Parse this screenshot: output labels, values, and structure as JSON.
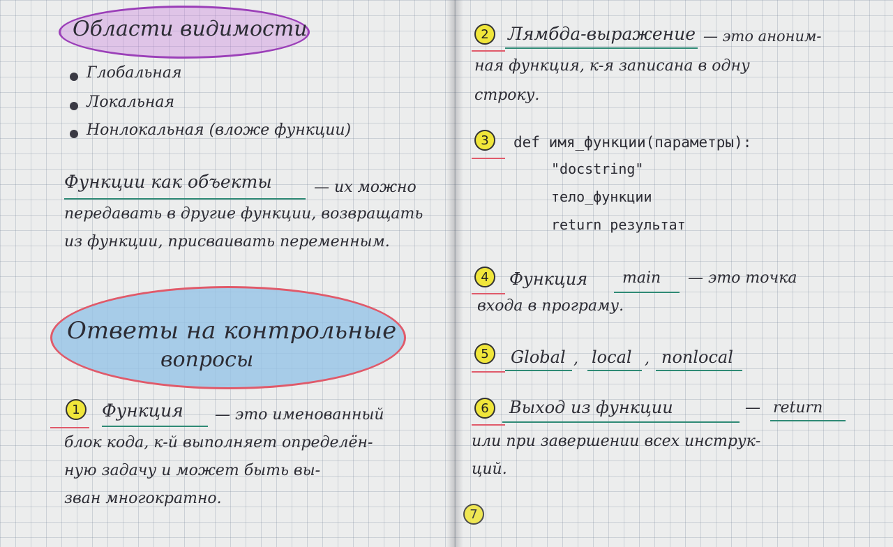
{
  "left": {
    "heading": "Области видимости",
    "scopes": [
      "Глобальная",
      "Локальная",
      "Нонлокальная (вложе функции)"
    ],
    "functions_as_objects": {
      "term": "Функции как объекты",
      "line1_rest": "— их можно",
      "line2": "передавать в другие функции, возвращать",
      "line3": "из функции, присваивать переменным."
    },
    "answers_heading_line1": "Ответы на контрольные",
    "answers_heading_line2": "вопросы",
    "answer1": {
      "number": "1",
      "term": "Функция",
      "line1_rest": "— это именованный",
      "line2": "блок кода, к-й выполняет определён-",
      "line3": "ную задачу и может быть вы-",
      "line4": "зван многократно."
    }
  },
  "right": {
    "answer2": {
      "number": "2",
      "term": "Лямбда-выражение",
      "line1_rest": "— это аноним-",
      "line2": "ная функция, к-я записана в одну",
      "line3": "строку."
    },
    "answer3": {
      "number": "3",
      "line1": "def имя_функции(параметры):",
      "line2": "\"docstring\"",
      "line3": "тело_функции",
      "line4": "return результат"
    },
    "answer4": {
      "number": "4",
      "line1_start": "Функция",
      "term": "main",
      "line1_rest": "— это точка",
      "line2": "входа в програму."
    },
    "answer5": {
      "number": "5",
      "items": [
        "Global",
        "local",
        "nonlocal"
      ]
    },
    "answer6": {
      "number": "6",
      "term": "Выход из функции",
      "keyword": "return",
      "line2": "или при завершении всех инструк-",
      "line3": "ций."
    },
    "next_number": "7"
  },
  "colors": {
    "ink": "#2c2c34",
    "teal_underline": "#2f8a75",
    "highlight_yellow": "#f0e63a",
    "purple_oval": "#b04ac8",
    "blue_fill": "#a9cbe8",
    "red_outline": "#e05a6a"
  }
}
